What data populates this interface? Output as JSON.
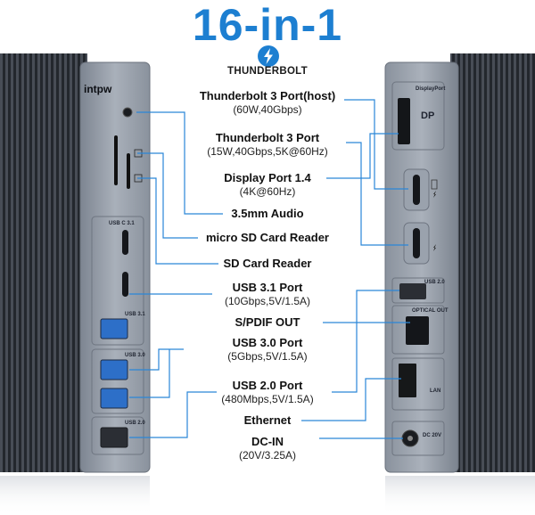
{
  "title": "16-in-1",
  "brand": {
    "thunderbolt_word": "THUNDERBOLT",
    "logo": "intpw",
    "bolt_icon": "thunderbolt-icon"
  },
  "colors": {
    "title_blue": "#1d7fd1",
    "callout_line": "#2a86d8",
    "body_grey": "#8e96a3",
    "panel_grey": "#a4acb7"
  },
  "specs": [
    {
      "label": "Thunderbolt 3 Port(host)",
      "sub": "(60W,40Gbps)"
    },
    {
      "label": "Thunderbolt 3 Port",
      "sub": "(15W,40Gbps,5K@60Hz)"
    },
    {
      "label": "Display Port 1.4",
      "sub": "(4K@60Hz)"
    },
    {
      "label": "3.5mm Audio",
      "sub": ""
    },
    {
      "label": "micro SD Card Reader",
      "sub": ""
    },
    {
      "label": "SD Card Reader",
      "sub": ""
    },
    {
      "label": "USB 3.1 Port",
      "sub": "(10Gbps,5V/1.5A)"
    },
    {
      "label": "S/PDIF OUT",
      "sub": ""
    },
    {
      "label": "USB 3.0 Port",
      "sub": "(5Gbps,5V/1.5A)"
    },
    {
      "label": "USB 2.0 Port",
      "sub": "(480Mbps,5V/1.5A)"
    },
    {
      "label": "Ethernet",
      "sub": ""
    },
    {
      "label": "DC-IN",
      "sub": "(20V/3.25A)"
    }
  ],
  "front_labels": {
    "usb_c": "USB C 3.1",
    "usb31": "USB 3.1",
    "usb30": "USB 3.0",
    "usb20": "USB 2.0"
  },
  "back_labels": {
    "displayport": "DisplayPort",
    "dp": "DP",
    "usb20": "USB 2.0",
    "optical": "OPTICAL OUT",
    "lan": "LAN",
    "dc": "DC 20V"
  }
}
